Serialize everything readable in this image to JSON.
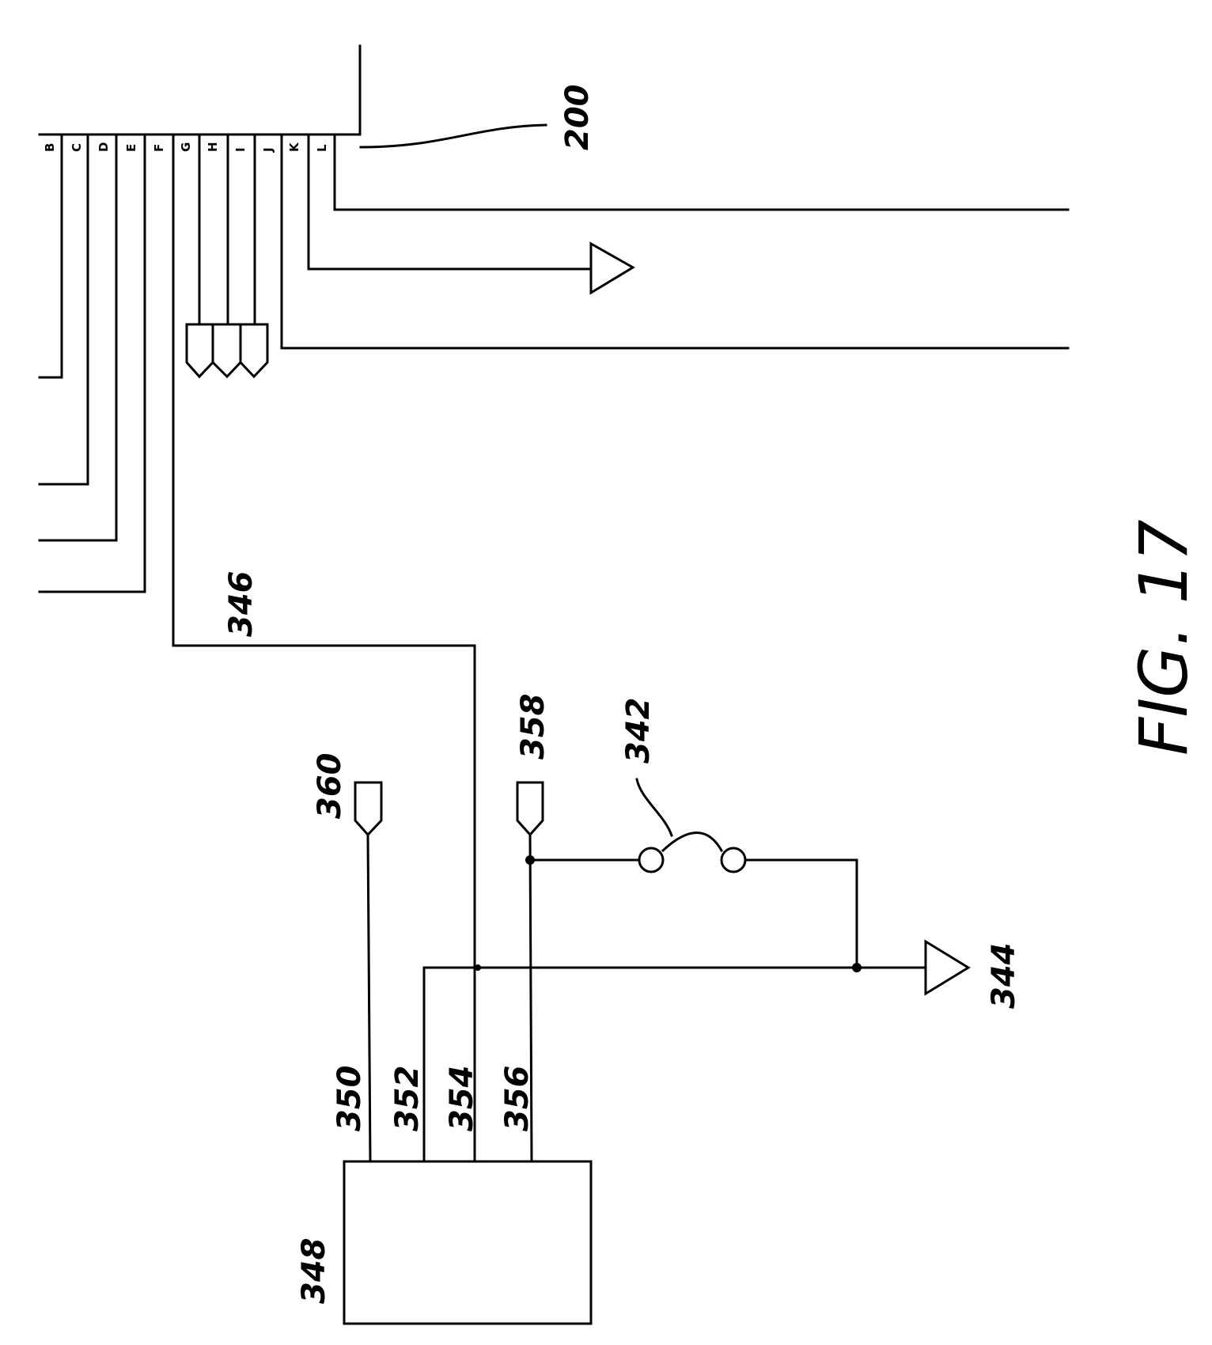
{
  "figure": {
    "caption": "FIG. 17"
  },
  "connector": {
    "ref": "200",
    "pins": [
      "B",
      "C",
      "D",
      "E",
      "F",
      "G",
      "H",
      "I",
      "J",
      "K",
      "L"
    ]
  },
  "references": {
    "r346": "346",
    "r342": "342",
    "r344": "344",
    "r348": "348",
    "r350": "350",
    "r352": "352",
    "r354": "354",
    "r356": "356",
    "r358": "358",
    "r360": "360"
  }
}
